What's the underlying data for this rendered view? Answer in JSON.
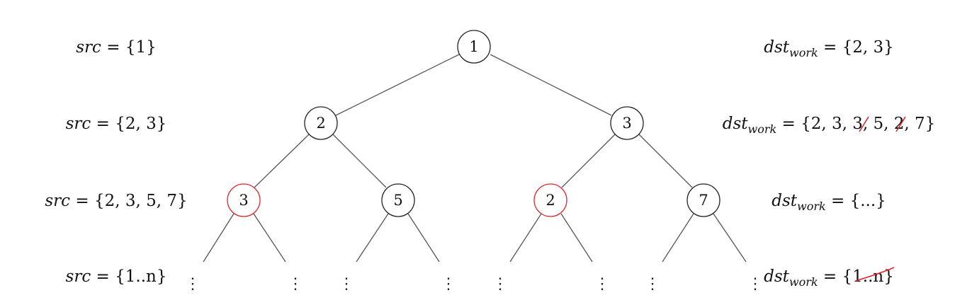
{
  "colors": {
    "highlight": "#e0242b",
    "strike": "#e0242b",
    "node_stroke": "#222222",
    "edge": "#555555"
  },
  "tree": {
    "nodes": [
      {
        "id": "n1",
        "label": "1",
        "highlight": false
      },
      {
        "id": "n2",
        "label": "2",
        "highlight": false
      },
      {
        "id": "n3",
        "label": "3",
        "highlight": false
      },
      {
        "id": "n4",
        "label": "3",
        "highlight": true
      },
      {
        "id": "n5",
        "label": "5",
        "highlight": false
      },
      {
        "id": "n6",
        "label": "2",
        "highlight": true
      },
      {
        "id": "n7",
        "label": "7",
        "highlight": false
      }
    ],
    "continuation_symbol": "⋮"
  },
  "src_rows": [
    {
      "var": "src",
      "eq": " = ",
      "value": "{1}"
    },
    {
      "var": "src",
      "eq": " = ",
      "value": "{2, 3}"
    },
    {
      "var": "src",
      "eq": " = ",
      "value": "{2, 3, 5, 7}"
    },
    {
      "var": "src",
      "eq": " = ",
      "value": "{1..n}"
    }
  ],
  "dst_rows": [
    {
      "var": "dst",
      "sub": "work",
      "eq": " = ",
      "value": "{2, 3}"
    },
    {
      "var": "dst",
      "sub": "work",
      "eq": " = ",
      "value": "{2, 3, 3, 5, 2, 7}",
      "struck": [
        "3",
        "2"
      ]
    },
    {
      "var": "dst",
      "sub": "work",
      "eq": " = ",
      "value": "{...}"
    },
    {
      "var": "dst",
      "sub": "work",
      "eq": " = ",
      "value": "{1..n}",
      "struck": [
        "1..n"
      ]
    }
  ]
}
